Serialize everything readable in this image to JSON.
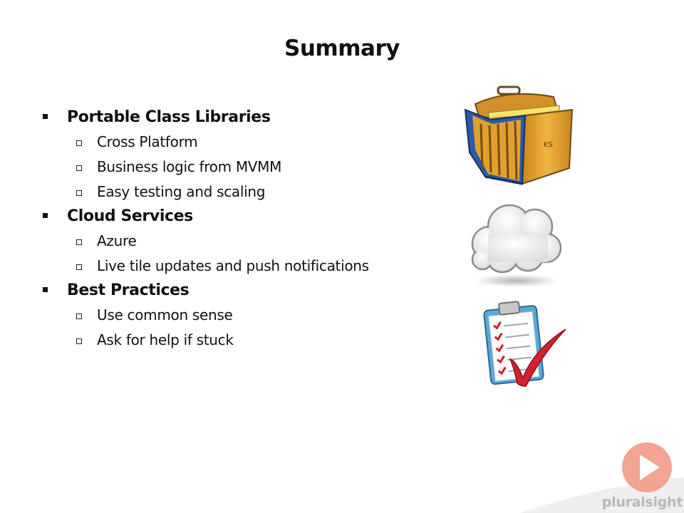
{
  "slide": {
    "title": "Summary",
    "sections": [
      {
        "heading": "Portable Class Libraries",
        "items": [
          "Cross Platform",
          "Business logic from MVMM",
          "Easy testing and scaling"
        ]
      },
      {
        "heading": "Cloud Services",
        "items": [
          "Azure",
          "Live tile updates and push notifications"
        ]
      },
      {
        "heading": "Best Practices",
        "items": [
          "Use common sense",
          "Ask for help if stuck"
        ]
      }
    ]
  },
  "images": {
    "folder": "accordion-folder-icon",
    "cloud": "cloud-icon",
    "checklist": "checklist-clipboard-icon"
  },
  "branding": {
    "logo_text": "pluralsight",
    "accent_color": "#f05a3a"
  }
}
